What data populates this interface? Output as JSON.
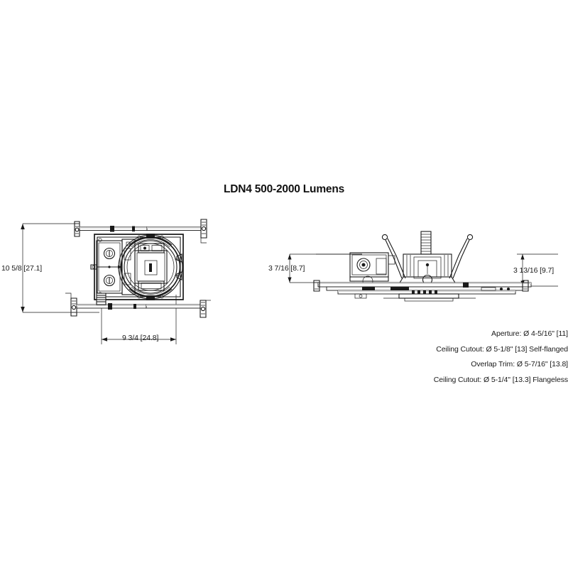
{
  "drawing": {
    "title": "LDN4 500-2000 Lumens",
    "background_color": "#ffffff",
    "line_color": "#1a1a1a"
  },
  "dimensions": {
    "plan_height": "10 5/8 [27.1]",
    "plan_width": "9 3/4 [24.8]",
    "elevation_height_left": "3 7/16 [8.7]",
    "elevation_height_right": "3 13/16 [9.7]"
  },
  "specs": [
    "Aperture:   Ø 4-5/16\" [11]",
    "Ceiling Cutout:   Ø 5-1/8\" [13]  Self-flanged",
    "Overlap Trim:   Ø 5-7/16\" [13.8]",
    "Ceiling Cutout:   Ø 5-1/4\" [13.3]  Flangeless"
  ],
  "views": {
    "plan_view_name": "plan-view-housing",
    "elevation_view_name": "elevation-view-housing"
  }
}
